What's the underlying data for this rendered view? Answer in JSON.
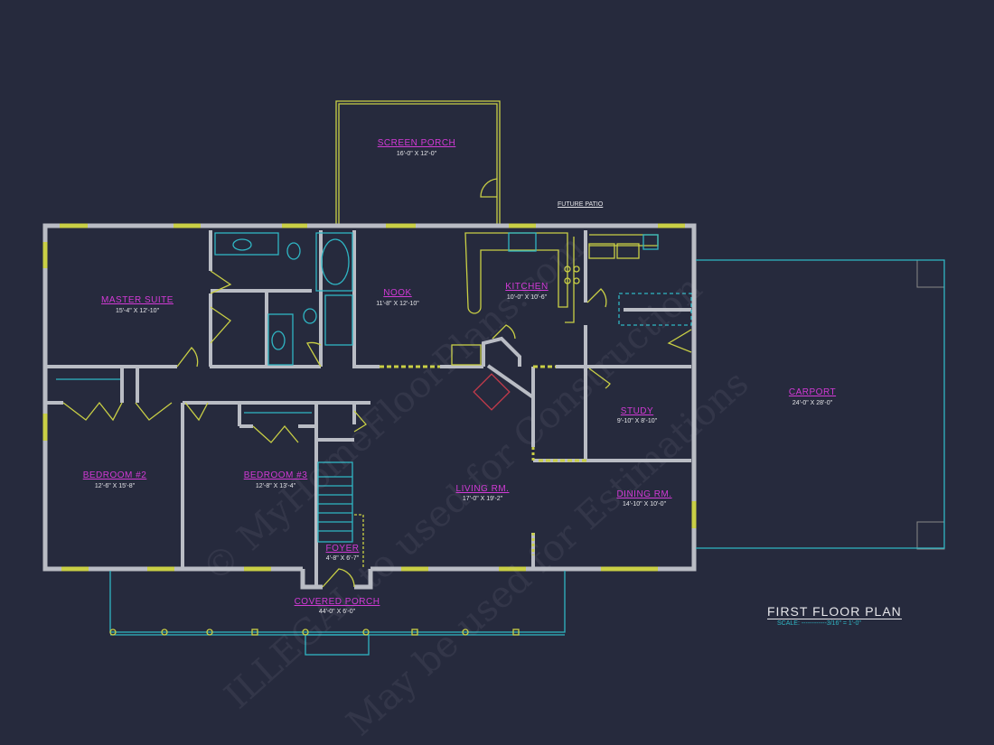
{
  "plan": {
    "title": "FIRST FLOOR PLAN",
    "scale": "SCALE: ------------3/16\" = 1'-0\"",
    "rooms": [
      {
        "name": "SCREEN PORCH",
        "size": "16'-0\" X 12'-0\""
      },
      {
        "name": "MASTER SUITE",
        "size": "15'-4\" X 12'-10\""
      },
      {
        "name": "NOOK",
        "size": "11'-8\" X 12'-10\""
      },
      {
        "name": "KITCHEN",
        "size": "10'-0\" X 10'-6\""
      },
      {
        "name": "CARPORT",
        "size": "24'-0\" X 28'-0\""
      },
      {
        "name": "STUDY",
        "size": "9'-10\" X 8'-10\""
      },
      {
        "name": "BEDROOM #2",
        "size": "12'-6\" X 15'-8\""
      },
      {
        "name": "BEDROOM #3",
        "size": "12'-8\" X 13'-4\""
      },
      {
        "name": "LIVING RM.",
        "size": "17'-0\" X 19'-2\""
      },
      {
        "name": "DINING RM.",
        "size": "14'-10\" X 10'-0\""
      },
      {
        "name": "FOYER",
        "size": "4'-8\" X 6'-7\""
      },
      {
        "name": "COVERED PORCH",
        "size": "44'-0\" X 6'-0\""
      }
    ],
    "notes": [
      "FUTURE PATIO"
    ]
  },
  "watermark": {
    "line1": "© MyHomeFloorPlans.com",
    "line2": "ILLEGAL to used for Construction",
    "line3": "May be used for Estimations"
  },
  "colors": {
    "background": "#262a3d",
    "walls": "#b9bcc4",
    "room_label": "#d23ad6",
    "fixtures": "#2fb6c4",
    "doors_windows": "#c9cf45"
  }
}
